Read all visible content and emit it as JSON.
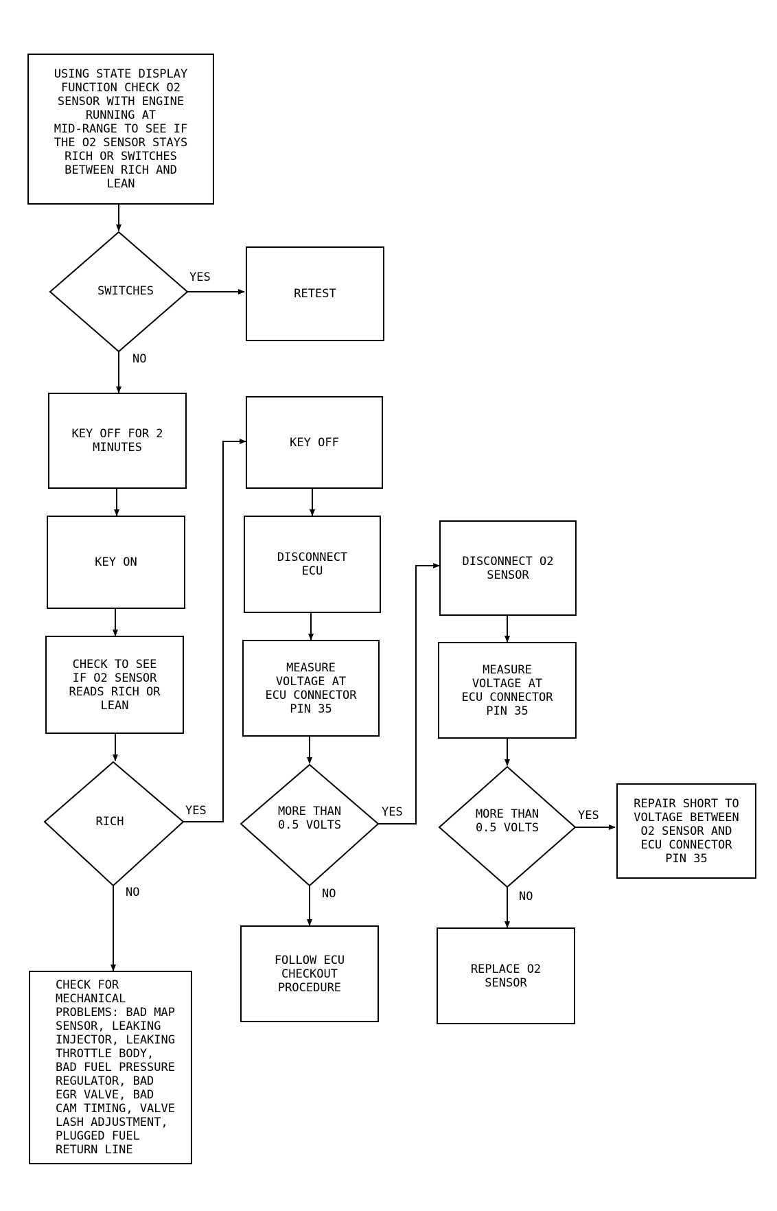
{
  "steps": {
    "s1": "USING STATE DISPLAY\nFUNCTION CHECK O2\nSENSOR WITH ENGINE\nRUNNING AT\nMID-RANGE TO SEE IF\nTHE O2 SENSOR STAYS\nRICH OR SWITCHES\nBETWEEN RICH AND\nLEAN",
    "retest": "RETEST",
    "key_off_2min": "KEY OFF FOR 2\nMINUTES",
    "key_on": "KEY ON",
    "check_rich_lean": "CHECK TO SEE\nIF O2 SENSOR\nREADS RICH OR\nLEAN",
    "mechanical": "CHECK FOR\nMECHANICAL\nPROBLEMS: BAD MAP\nSENSOR, LEAKING\nINJECTOR, LEAKING\nTHROTTLE BODY,\nBAD FUEL PRESSURE\nREGULATOR, BAD\nEGR VALVE, BAD\nCAM TIMING, VALVE\nLASH ADJUSTMENT,\nPLUGGED FUEL\nRETURN LINE",
    "key_off": "KEY OFF",
    "disconnect_ecu": "DISCONNECT\nECU",
    "measure_1": "MEASURE\nVOLTAGE AT\nECU CONNECTOR\nPIN 35",
    "follow_ecu": "FOLLOW ECU\nCHECKOUT\nPROCEDURE",
    "disconnect_o2": "DISCONNECT O2\nSENSOR",
    "measure_2": "MEASURE\nVOLTAGE AT\nECU CONNECTOR\nPIN 35",
    "replace_o2": "REPLACE O2\nSENSOR",
    "repair_short": "REPAIR SHORT TO\nVOLTAGE BETWEEN\nO2 SENSOR AND\nECU CONNECTOR\nPIN 35"
  },
  "decisions": {
    "switches": "SWITCHES",
    "rich": "RICH",
    "more_than_1": "MORE THAN\n0.5 VOLTS",
    "more_than_2": "MORE THAN\n0.5 VOLTS"
  },
  "branches": {
    "switches_yes": "YES",
    "switches_no": "NO",
    "rich_yes": "YES",
    "rich_no": "NO",
    "mt1_yes": "YES",
    "mt1_no": "NO",
    "mt2_yes": "YES",
    "mt2_no": "NO"
  }
}
